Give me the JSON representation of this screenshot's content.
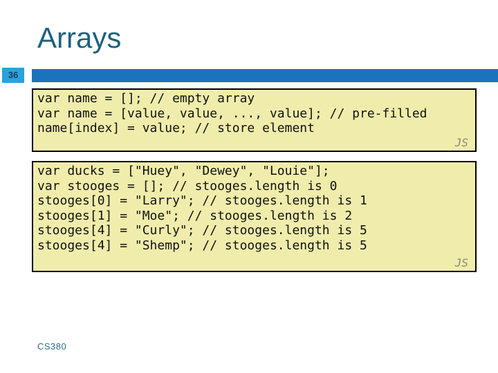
{
  "slide": {
    "title": "Arrays",
    "page_number": "36",
    "footer": "CS380"
  },
  "colors": {
    "title_teal": "#1E617F",
    "header_bar_blue": "#1B73BE",
    "page_box_light_blue": "#2AA2DB",
    "page_number_navy": "#1C3A60",
    "code_background_yellow": "#F0EDAC",
    "code_border_black": "#000000",
    "js_label_gray": "#8A8878",
    "footer_teal": "#2F6C85"
  },
  "code_boxes": [
    {
      "language_label": "JS",
      "lines": [
        "var name = []; // empty array",
        "var name = [value, value, ..., value]; // pre-filled",
        "name[index] = value; // store element"
      ]
    },
    {
      "language_label": "JS",
      "lines": [
        "var ducks = [\"Huey\", \"Dewey\", \"Louie\"];",
        "var stooges = []; // stooges.length is 0",
        "stooges[0] = \"Larry\"; // stooges.length is 1",
        "stooges[1] = \"Moe\"; // stooges.length is 2",
        "stooges[4] = \"Curly\"; // stooges.length is 5",
        "stooges[4] = \"Shemp\"; // stooges.length is 5"
      ]
    }
  ]
}
